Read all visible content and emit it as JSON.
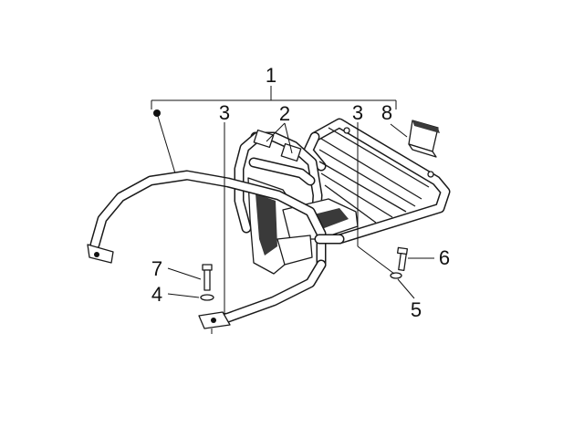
{
  "diagram": {
    "callouts": [
      {
        "key": "c1",
        "label": "1",
        "part": "rear-rack-assembly"
      },
      {
        "key": "c2",
        "label": "2",
        "part": "rack-bracket-rubber-pads"
      },
      {
        "key": "c3a",
        "label": "3",
        "part": "left-fixing-bracket"
      },
      {
        "key": "c3b",
        "label": "3",
        "part": "right-fixing-bracket"
      },
      {
        "key": "c4",
        "label": "4",
        "part": "washer-left"
      },
      {
        "key": "c5",
        "label": "5",
        "part": "washer-right"
      },
      {
        "key": "c6",
        "label": "6",
        "part": "screw-right"
      },
      {
        "key": "c7",
        "label": "7",
        "part": "screw-left"
      },
      {
        "key": "c8",
        "label": "8",
        "part": "rubber-grip-pad"
      }
    ]
  },
  "colors": {
    "line": "#1a1a1a",
    "background": "#ffffff"
  }
}
